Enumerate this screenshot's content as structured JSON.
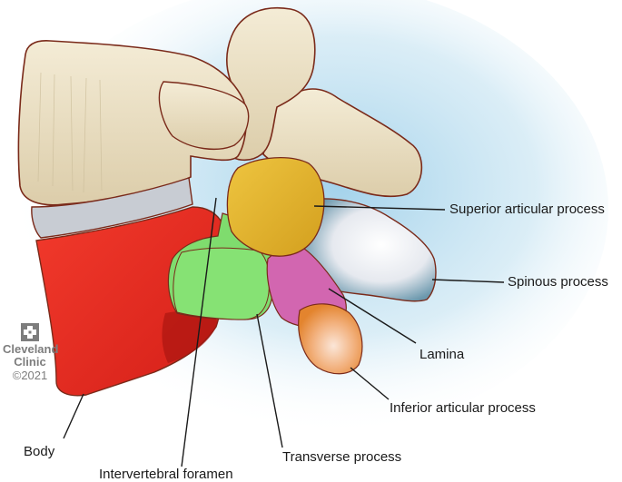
{
  "figure": {
    "title": "Vertebra anatomy (lateral view)",
    "labels": {
      "superior_articular_process": "Superior articular process",
      "spinous_process": "Spinous process",
      "lamina": "Lamina",
      "inferior_articular_process": "Inferior articular process",
      "transverse_process": "Transverse process",
      "intervertebral_foramen": "Intervertebral foramen",
      "body": "Body"
    },
    "colors": {
      "bone": "#e8dcc0",
      "outline": "#7a2a1a",
      "body": "#ee2e24",
      "transverse": "#7fdc6e",
      "superior_articular": "#e2b530",
      "lamina": "#d266b0",
      "inferior_articular": "#f0a060",
      "spinous": "#eef0f4",
      "disc": "#c9ccd2",
      "glow": "#bfe0ef"
    }
  },
  "watermark": {
    "icon": "cleveland-clinic-logo-icon",
    "name_line1": "Cleveland",
    "name_line2": "Clinic",
    "copyright": "©2021"
  }
}
